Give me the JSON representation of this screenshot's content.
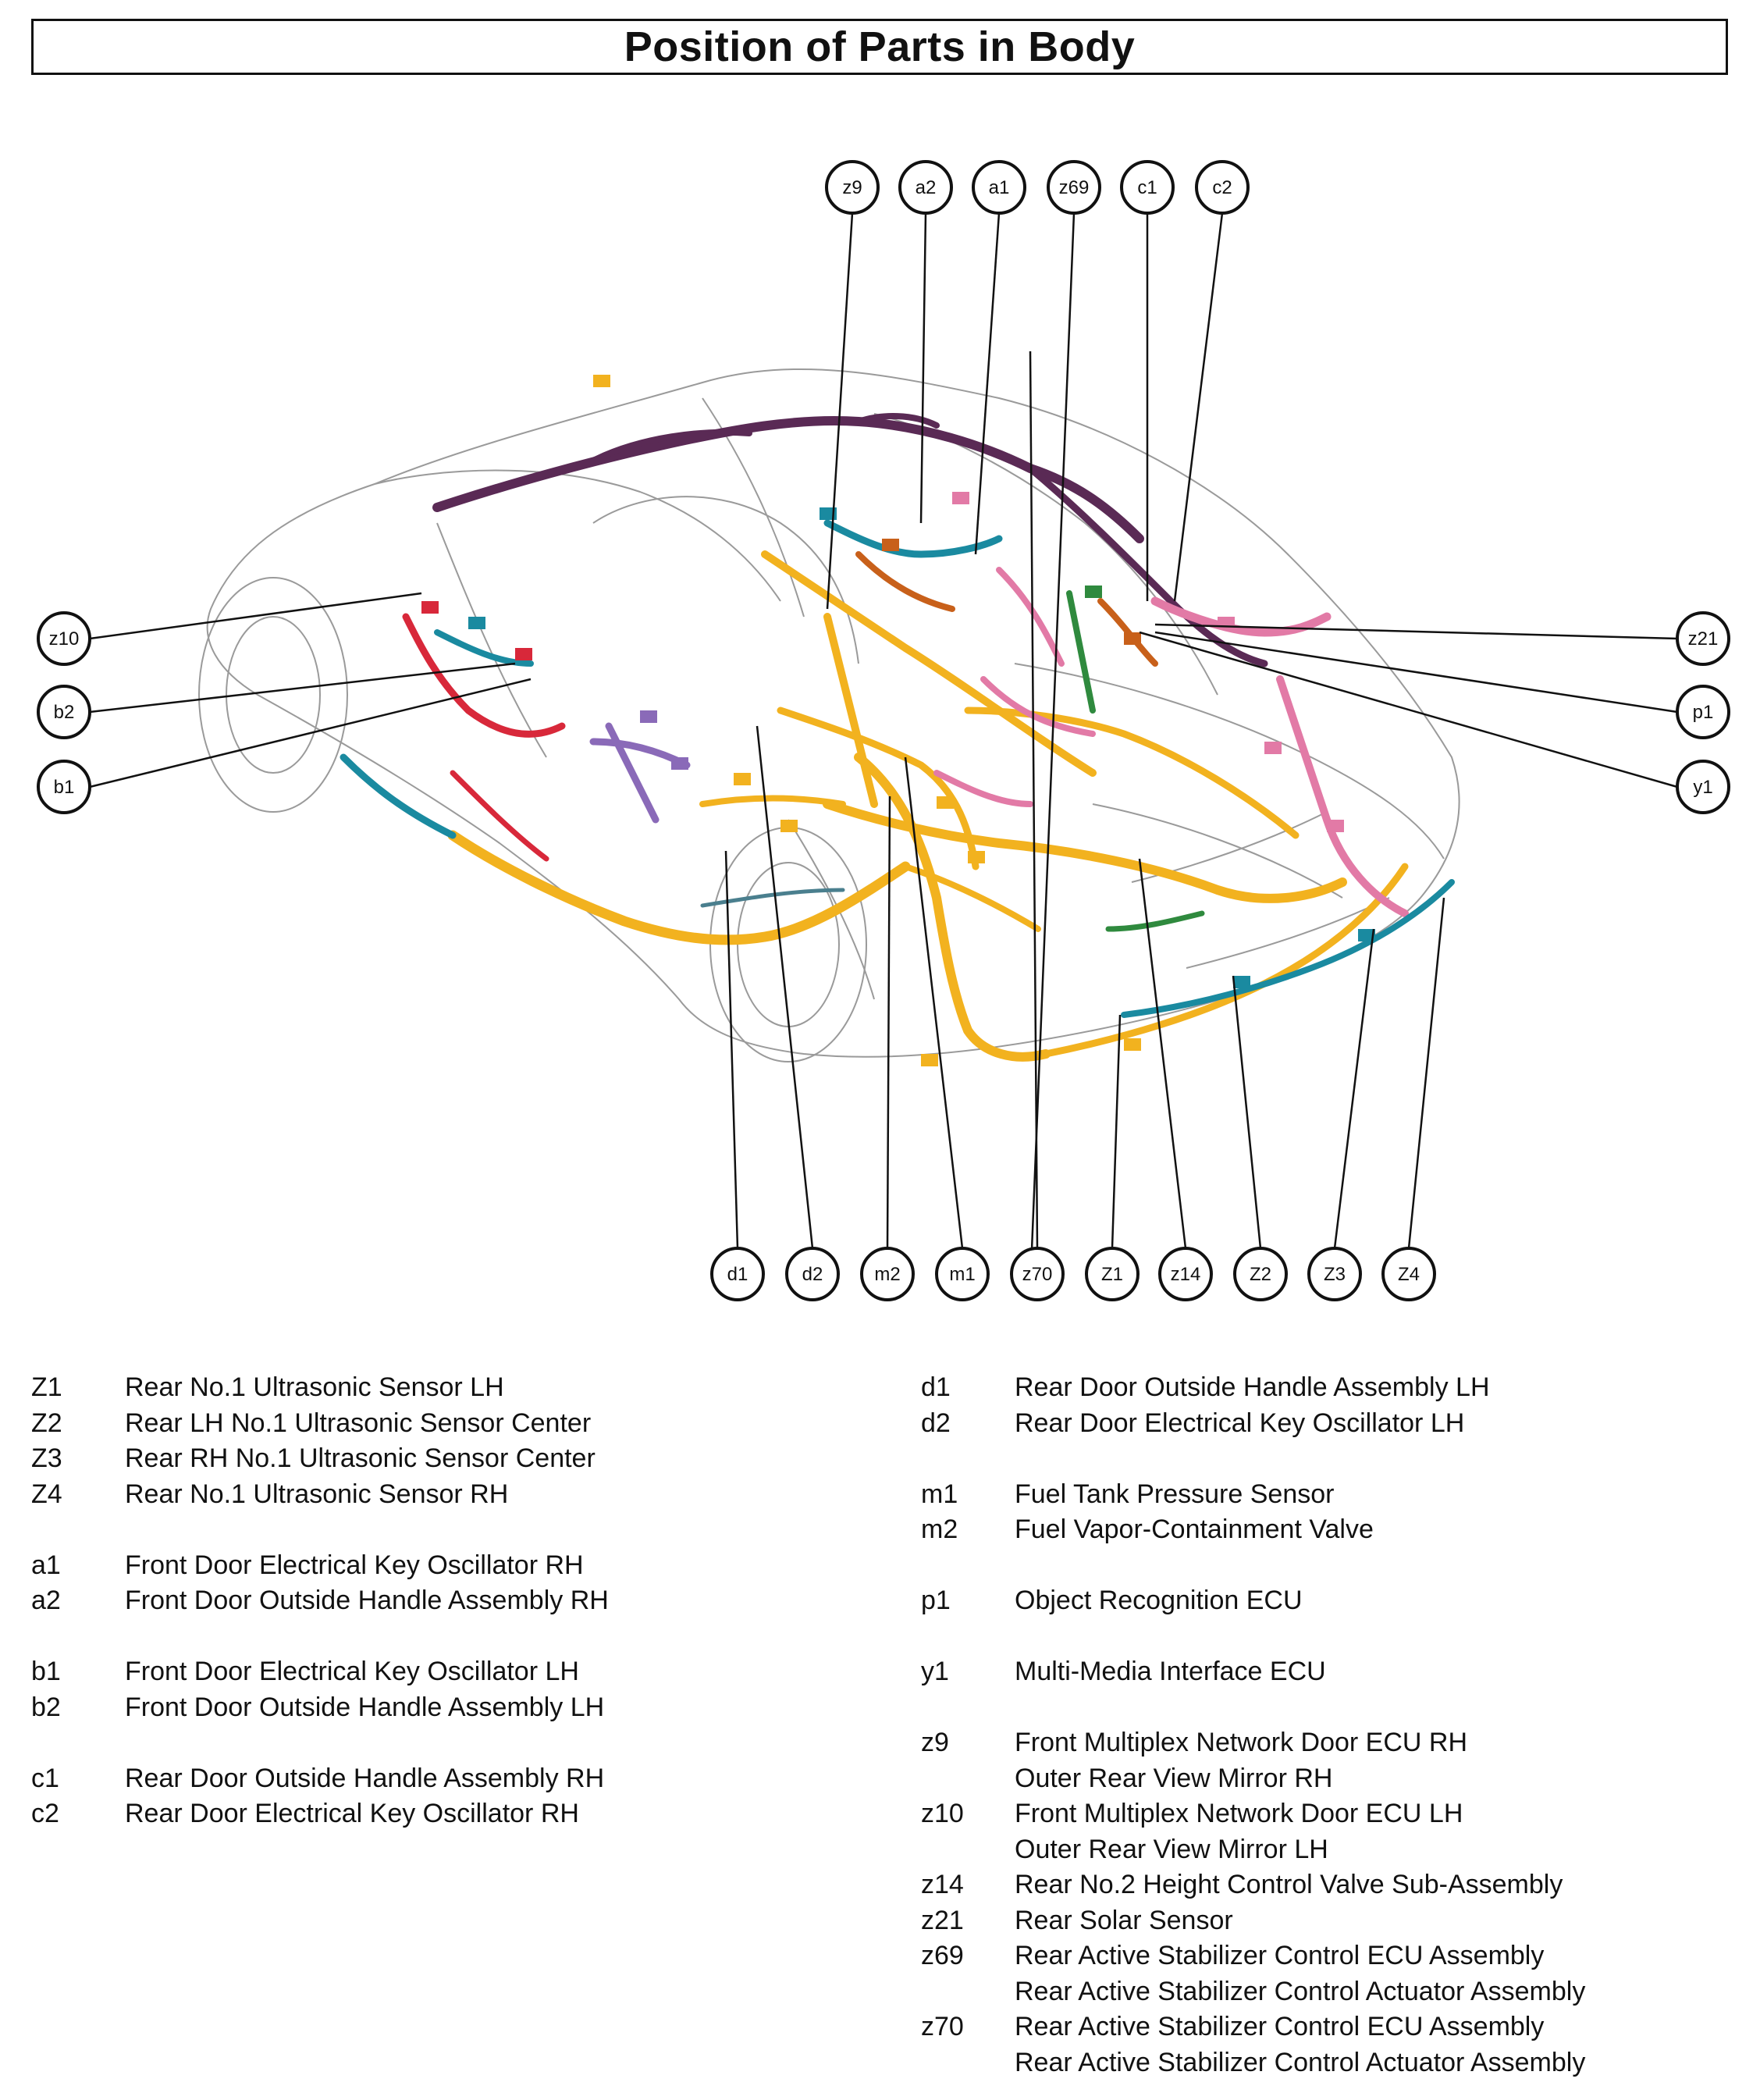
{
  "title": "Position of Parts in Body",
  "callouts": {
    "top": [
      "z9",
      "a2",
      "a1",
      "z69",
      "c1",
      "c2"
    ],
    "left": [
      "z10",
      "b2",
      "b1"
    ],
    "right": [
      "z21",
      "p1",
      "y1"
    ],
    "bottom": [
      "d1",
      "d2",
      "m2",
      "m1",
      "z70",
      "Z1",
      "z14",
      "Z2",
      "Z3",
      "Z4"
    ]
  },
  "harness_colors": {
    "body": "#f2b21f",
    "roof": "#5a2a55",
    "door": "#1a8aa0",
    "rear": "#e27aa6",
    "accent_red": "#d8283a",
    "accent_orange": "#c8601a",
    "accent_green": "#2f8a3e",
    "accent_purple": "#8a6ab8"
  },
  "legend_left": [
    {
      "code": "Z1",
      "desc": "Rear No.1 Ultrasonic Sensor LH"
    },
    {
      "code": "Z2",
      "desc": "Rear LH No.1 Ultrasonic Sensor Center"
    },
    {
      "code": "Z3",
      "desc": "Rear RH No.1 Ultrasonic Sensor Center"
    },
    {
      "code": "Z4",
      "desc": "Rear No.1 Ultrasonic Sensor RH"
    },
    {
      "code": "a1",
      "desc": "Front Door Electrical Key Oscillator RH"
    },
    {
      "code": "a2",
      "desc": "Front Door Outside Handle Assembly RH"
    },
    {
      "code": "b1",
      "desc": "Front Door Electrical Key Oscillator LH"
    },
    {
      "code": "b2",
      "desc": "Front Door Outside Handle Assembly LH"
    },
    {
      "code": "c1",
      "desc": "Rear Door Outside Handle Assembly RH"
    },
    {
      "code": "c2",
      "desc": "Rear Door Electrical Key Oscillator RH"
    }
  ],
  "legend_right": [
    {
      "code": "d1",
      "desc": "Rear Door Outside Handle Assembly LH"
    },
    {
      "code": "d2",
      "desc": "Rear Door Electrical Key Oscillator LH"
    },
    {
      "code": "m1",
      "desc": "Fuel Tank Pressure Sensor"
    },
    {
      "code": "m2",
      "desc": "Fuel Vapor-Containment Valve"
    },
    {
      "code": "p1",
      "desc": "Object Recognition ECU"
    },
    {
      "code": "y1",
      "desc": "Multi-Media Interface ECU"
    },
    {
      "code": "z9",
      "desc": "Front Multiplex Network Door ECU RH"
    },
    {
      "code": "",
      "desc": "Outer Rear View Mirror RH"
    },
    {
      "code": "z10",
      "desc": "Front Multiplex Network Door ECU LH"
    },
    {
      "code": "",
      "desc": "Outer Rear View Mirror LH"
    },
    {
      "code": "z14",
      "desc": "Rear No.2 Height Control Valve Sub-Assembly"
    },
    {
      "code": "z21",
      "desc": "Rear Solar Sensor"
    },
    {
      "code": "z69",
      "desc": "Rear Active Stabilizer Control ECU Assembly"
    },
    {
      "code": "",
      "desc": "Rear Active Stabilizer Control Actuator Assembly"
    },
    {
      "code": "z70",
      "desc": "Rear Active Stabilizer Control ECU Assembly"
    },
    {
      "code": "",
      "desc": "Rear Active Stabilizer Control Actuator Assembly"
    }
  ]
}
